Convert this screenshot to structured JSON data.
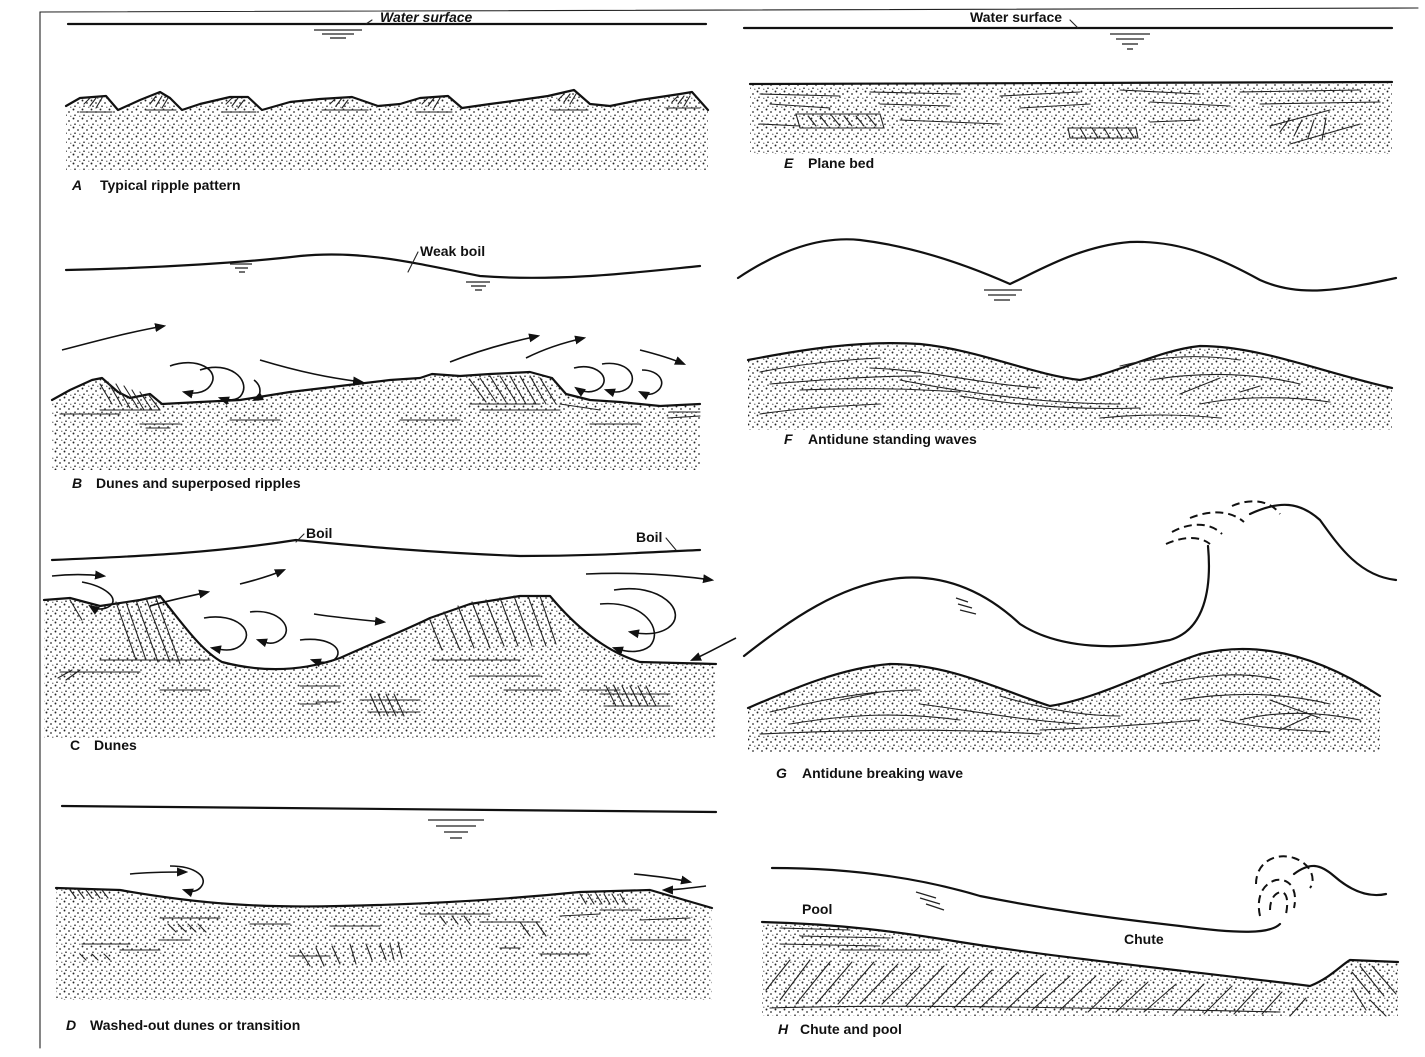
{
  "labels": {
    "water_surface_a": "Water surface",
    "water_surface_e": "Water surface",
    "weak_boil": "Weak boil",
    "boil_1": "Boil",
    "boil_2": "Boil",
    "pool": "Pool",
    "chute": "Chute"
  },
  "panels": [
    {
      "letter": "A",
      "caption": "Typical ripple pattern"
    },
    {
      "letter": "B",
      "caption": "Dunes and superposed ripples"
    },
    {
      "letter": "C",
      "caption": "Dunes"
    },
    {
      "letter": "D",
      "caption": "Washed-out dunes or transition"
    },
    {
      "letter": "E",
      "caption": "Plane bed"
    },
    {
      "letter": "F",
      "caption": "Antidune standing waves"
    },
    {
      "letter": "G",
      "caption": "Antidune breaking wave"
    },
    {
      "letter": "H",
      "caption": "Chute and pool"
    }
  ],
  "colors": {
    "ink": "#111111",
    "paper": "#ffffff"
  }
}
